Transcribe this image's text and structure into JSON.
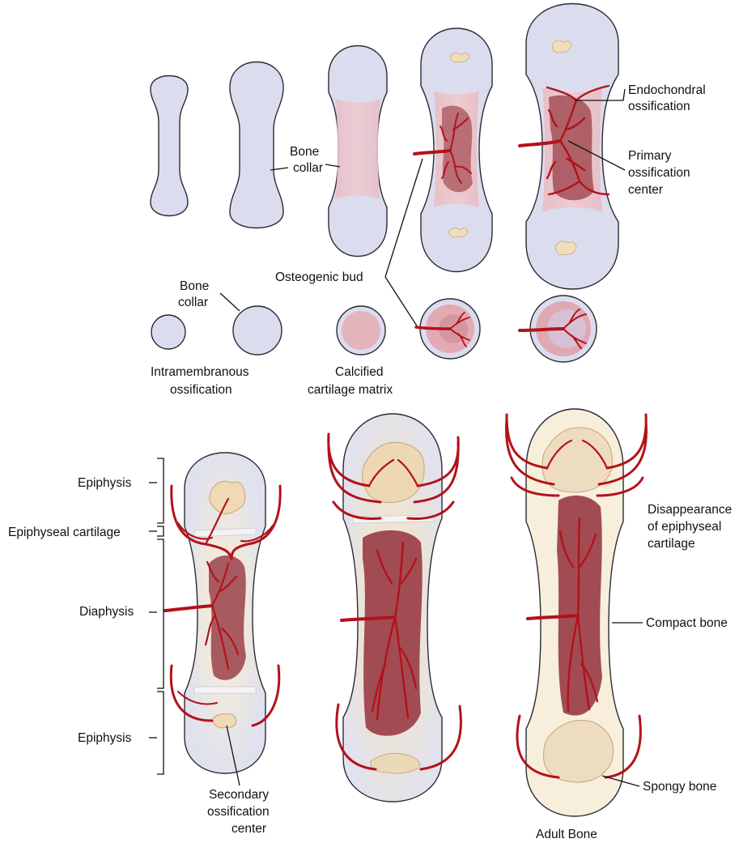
{
  "labels": {
    "bone_collar_1": [
      "Bone",
      "collar"
    ],
    "bone_collar_2": [
      "Bone",
      "collar"
    ],
    "endochondral": [
      "Endochondral",
      "ossification"
    ],
    "primary_center": [
      "Primary",
      "ossification",
      "center"
    ],
    "osteogenic_bud": "Osteogenic bud",
    "intramembranous": [
      "Intramembranous",
      "ossification"
    ],
    "calcified_matrix": [
      "Calcified",
      "cartilage matrix"
    ],
    "epiphysis_top": "Epiphysis",
    "epiphyseal_cartilage": "Epiphyseal cartilage",
    "diaphysis": "Diaphysis",
    "epiphysis_bottom": "Epiphysis",
    "secondary_center": [
      "Secondary",
      "ossification",
      "center"
    ],
    "disappearance": [
      "Disappearance",
      "of epiphyseal",
      "cartilage"
    ],
    "compact_bone": "Compact bone",
    "spongy_bone": "Spongy bone",
    "adult_bone": "Adult Bone"
  },
  "colors": {
    "cartilage": "#d9dcee",
    "calcified": "#e6b5bd",
    "marrow": "#9e4a52",
    "vessel": "#c0141e",
    "adult_bone": "#f7efdc",
    "spongy": "#eddcc0"
  }
}
